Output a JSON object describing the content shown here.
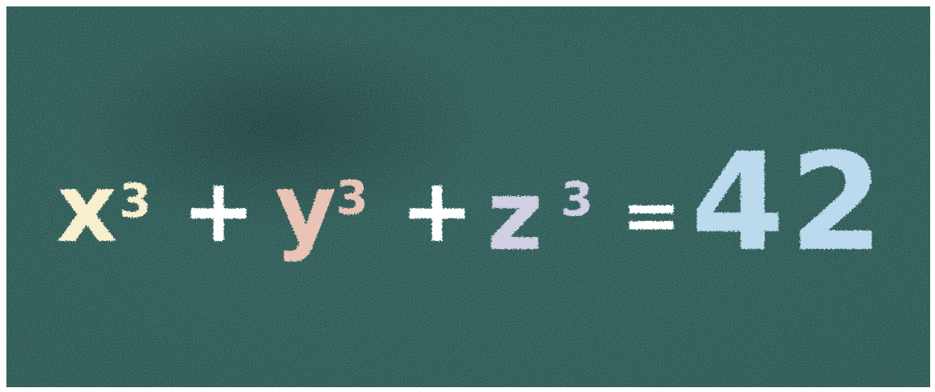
{
  "equation": {
    "x": "x",
    "x_exp": "3",
    "plus1": "+",
    "y": "y",
    "y_exp": "3",
    "plus2": "+",
    "z": "z",
    "z_exp": "3",
    "equals": "=",
    "result": "42"
  },
  "colors": {
    "board": "#1f4a46",
    "x_chalk": "#f8efcf",
    "y_chalk": "#e9c4b6",
    "z_chalk": "#d0cfe4",
    "result_chalk": "#bcdaed",
    "operator_chalk": "#ffffff"
  }
}
